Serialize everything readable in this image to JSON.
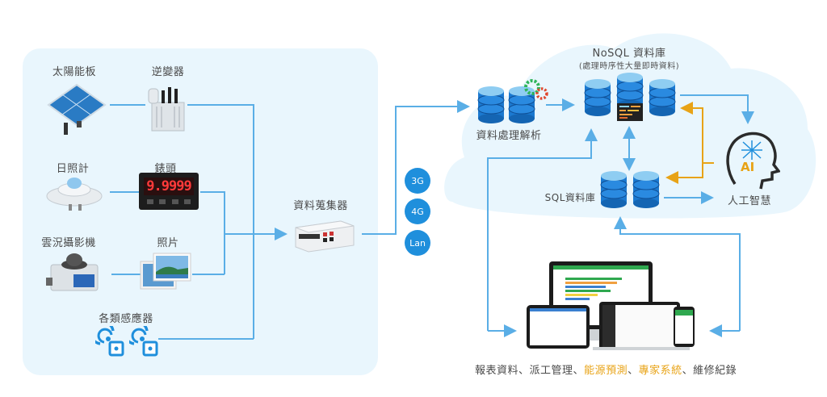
{
  "devices": {
    "solar_panel": "太陽能板",
    "inverter": "逆變器",
    "pyranometer": "日照計",
    "meter": "錶頭",
    "meter_display": "9.9999",
    "sky_camera": "雲況攝影機",
    "photos": "照片",
    "sensors": "各類感應器"
  },
  "collector": {
    "label": "資料蒐集器"
  },
  "network": {
    "options": [
      "3G",
      "4G",
      "Lan"
    ]
  },
  "cloud": {
    "processing": "資料處理解析",
    "nosql_title": "NoSQL 資料庫",
    "nosql_subtitle": "(處理時序性大量即時資料)",
    "sql": "SQL資料庫",
    "ai_badge": "AI",
    "ai_label": "人工智慧"
  },
  "apps": {
    "caption_parts": [
      {
        "text": "報表資料",
        "highlight": false
      },
      {
        "text": "、",
        "highlight": false
      },
      {
        "text": "派工管理",
        "highlight": false
      },
      {
        "text": "、",
        "highlight": false
      },
      {
        "text": "能源預測",
        "highlight": true
      },
      {
        "text": "、",
        "highlight": false
      },
      {
        "text": "專家系統",
        "highlight": true
      },
      {
        "text": "、",
        "highlight": false
      },
      {
        "text": "維修紀錄",
        "highlight": false
      }
    ]
  },
  "colors": {
    "line_blue": "#5aaee6",
    "ai_orange": "#e8a316",
    "panel_bg": "#e9f6fd",
    "badge_blue": "#1f8fdc",
    "db_blue": "#1b79d0"
  }
}
